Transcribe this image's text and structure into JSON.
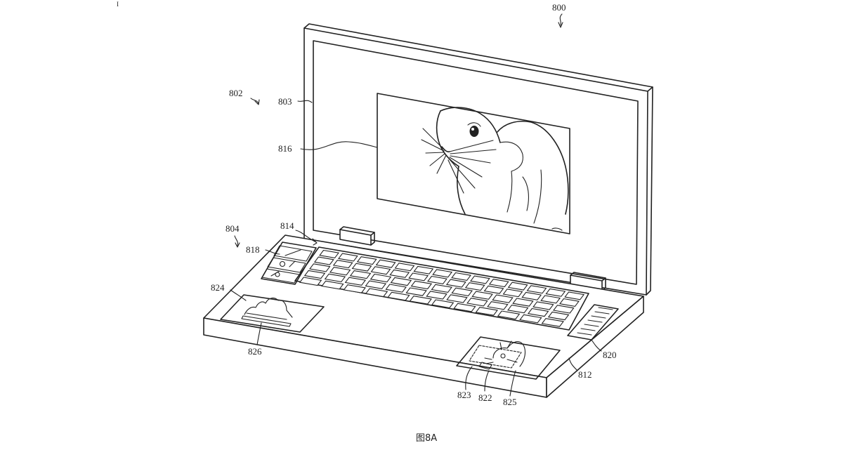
{
  "figure": {
    "caption": "图8A",
    "corner_mark": "I",
    "labels": {
      "device": "800",
      "display_unit": "802",
      "display": "803",
      "base_unit": "804",
      "displayed_image": "816",
      "keyboard": "814",
      "secondary_display": "818",
      "left_trackpad": "824",
      "left_trackpad_graphic": "826",
      "right_strip": "820",
      "housing": "812",
      "right_trackpad_823": "823",
      "right_trackpad_822": "822",
      "right_trackpad_825": "825"
    }
  }
}
